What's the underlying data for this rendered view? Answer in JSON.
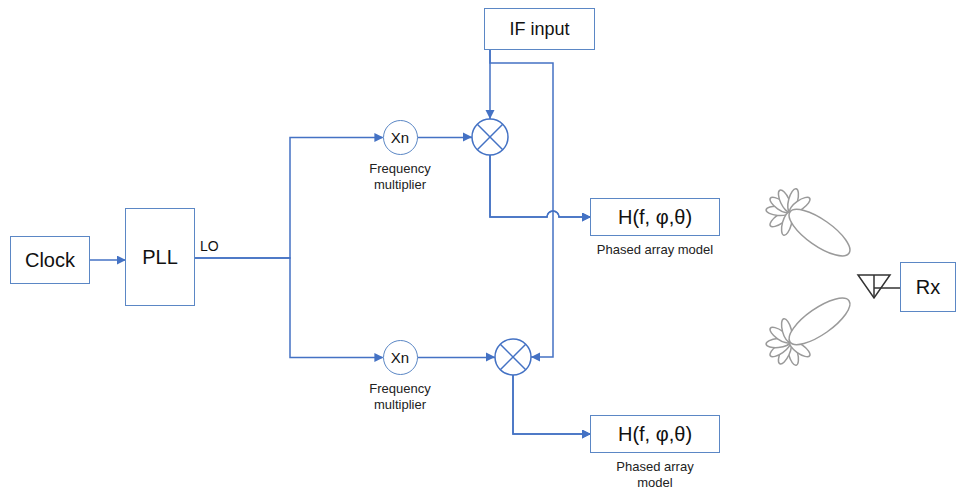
{
  "diagram": {
    "nodes": [
      {
        "text": [
          "IF input"
        ]
      },
      {
        "text": [
          "Clock"
        ]
      },
      {
        "text": [
          "PLL"
        ]
      },
      {
        "text": [
          "Xn",
          "Frequency multiplier"
        ]
      },
      {
        "text": [
          "H(f, φ,θ)",
          "Phased array model"
        ]
      },
      {
        "text": [
          "Xn",
          "Frequency multiplier"
        ]
      },
      {
        "text": [
          "H(f, φ,θ)",
          "Phased array model"
        ]
      },
      {
        "text": [
          "Rx"
        ]
      }
    ],
    "edges": [
      {
        "from": 1,
        "to": 2,
        "arrow": "to"
      },
      {
        "from": 2,
        "to": 3,
        "arrow": "to"
      },
      {
        "from": 2,
        "to": 5,
        "arrow": "to"
      },
      {
        "from": 3,
        "to": 4,
        "arrow": "to"
      },
      {
        "from": 0,
        "to": 4,
        "arrow": "to"
      },
      {
        "from": 5,
        "to": 6,
        "arrow": "to"
      },
      {
        "from": 0,
        "to": 6,
        "arrow": "to"
      }
    ],
    "labels": [
      "LO"
    ]
  }
}
